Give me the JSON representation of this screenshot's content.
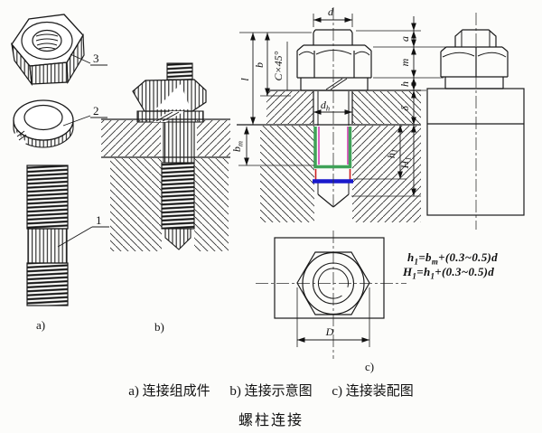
{
  "figure": {
    "title": "螺柱连接",
    "caption_a": "a) 连接组成件",
    "caption_b": "b) 连接示意图",
    "caption_c": "c) 连接装配图",
    "sub_a": "a)",
    "sub_b": "b)",
    "sub_c": "c)"
  },
  "part_labels": {
    "nut": "3",
    "washer": "2",
    "stud": "1"
  },
  "dims": {
    "d": "d",
    "l": "l",
    "b": "b",
    "chamfer": "C×45°",
    "dh_base": "d",
    "dh_sub": "h",
    "bm_base": "b",
    "bm_sub": "m",
    "a": "a",
    "m": "m",
    "h": "h",
    "delta": "δ",
    "h1_base": "h",
    "h1_sub": "1",
    "H1_base": "H",
    "H1_sub": "1",
    "D": "D"
  },
  "formulas": {
    "f1": {
      "p0": "h",
      "p1": "1",
      "p2": "=b",
      "p3": "m",
      "p4": "+(0.3~0.5)",
      "p5": "d"
    },
    "f2": {
      "p0": "H",
      "p1": "1",
      "p2": "=h",
      "p3": "1",
      "p4": "+(0.3~0.5)",
      "p5": "d"
    }
  },
  "colors": {
    "ink": "#1a1a1a",
    "green": "#3fa258",
    "magenta": "#d43bb4",
    "red": "#cc2020",
    "blue": "#1a1acc"
  }
}
